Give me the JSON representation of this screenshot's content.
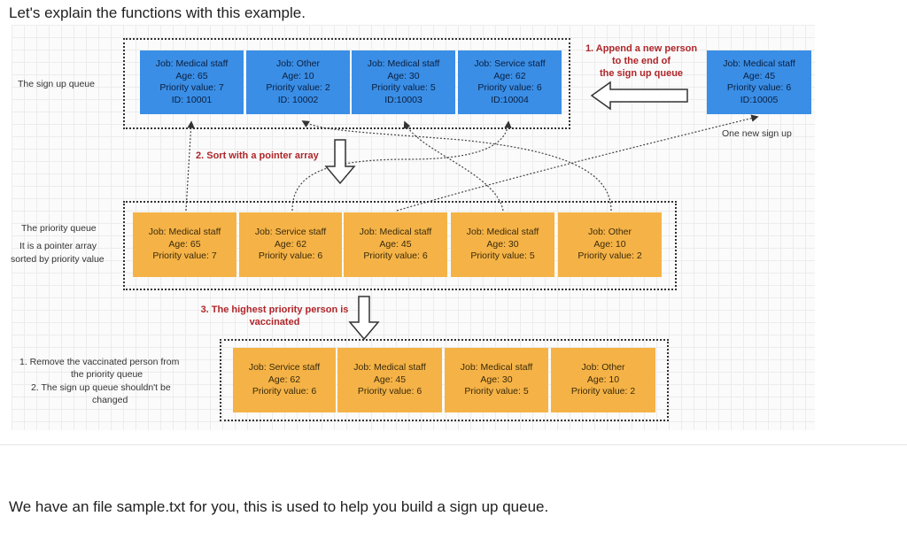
{
  "heading": "Let's explain the functions with this example.",
  "footer": "We have an file sample.txt for you, this is used to help you build a sign up queue.",
  "labels": {
    "signup_queue": "The sign up queue",
    "priority_queue_1": "The priority queue",
    "priority_queue_2": "It is a pointer array",
    "priority_queue_3": "sorted by priority value",
    "remove_1": "1. Remove the vaccinated person from",
    "remove_2": "the priority queue",
    "remove_3": "2. The sign up queue shouldn't be",
    "remove_4": "changed",
    "new_signup": "One new sign up"
  },
  "steps": {
    "append_1": "1. Append a new person",
    "append_2": "to the end of",
    "append_3": "the sign up queue",
    "sort": "2. Sort with a pointer array",
    "vacc_1": "3. The highest priority person is",
    "vacc_2": "vaccinated"
  },
  "signup_queue": [
    {
      "job": "Job: Medical staff",
      "age": "Age: 65",
      "priority": "Priority value: 7",
      "id": "ID: 10001"
    },
    {
      "job": "Job: Other",
      "age": "Age: 10",
      "priority": "Priority value: 2",
      "id": "ID: 10002"
    },
    {
      "job": "Job: Medical staff",
      "age": "Age: 30",
      "priority": "Priority value: 5",
      "id": "ID:10003"
    },
    {
      "job": "Job: Service staff",
      "age": "Age: 62",
      "priority": "Priority value: 6",
      "id": "ID:10004"
    }
  ],
  "new_person": {
    "job": "Job: Medical staff",
    "age": "Age: 45",
    "priority": "Priority value: 6",
    "id": "ID:10005"
  },
  "priority_queue": [
    {
      "job": "Job: Medical staff",
      "age": "Age: 65",
      "priority": "Priority value: 7"
    },
    {
      "job": "Job: Service staff",
      "age": "Age: 62",
      "priority": "Priority value: 6"
    },
    {
      "job": "Job: Medical staff",
      "age": "Age: 45",
      "priority": "Priority value: 6"
    },
    {
      "job": "Job: Medical staff",
      "age": "Age: 30",
      "priority": "Priority value: 5"
    },
    {
      "job": "Job: Other",
      "age": "Age: 10",
      "priority": "Priority value: 2"
    }
  ],
  "after_vaccination": [
    {
      "job": "Job: Service staff",
      "age": "Age: 62",
      "priority": "Priority value: 6"
    },
    {
      "job": "Job: Medical staff",
      "age": "Age: 45",
      "priority": "Priority value: 6"
    },
    {
      "job": "Job: Medical staff",
      "age": "Age: 30",
      "priority": "Priority value: 5"
    },
    {
      "job": "Job: Other",
      "age": "Age: 10",
      "priority": "Priority value: 2"
    }
  ],
  "colors": {
    "signup_box": "#3a8ee6",
    "priority_box": "#f5b347",
    "step_text": "#b0262a"
  }
}
